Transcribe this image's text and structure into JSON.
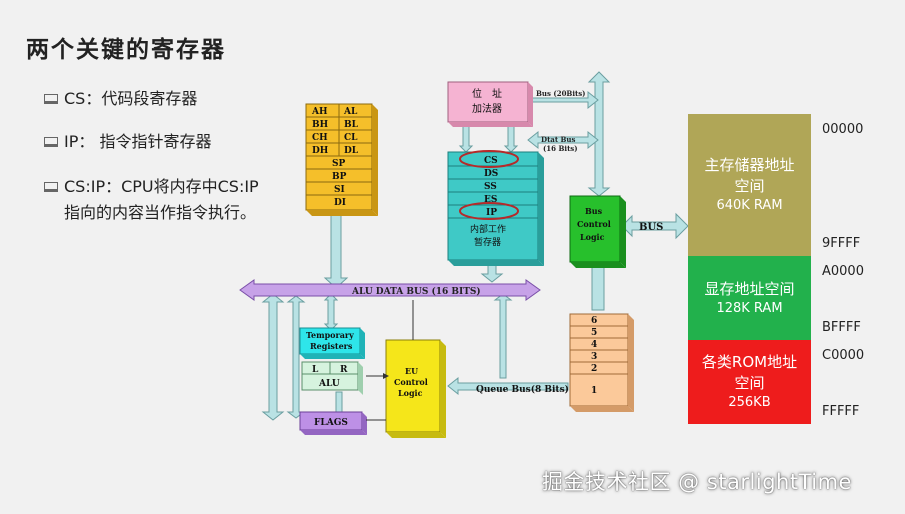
{
  "title": "两个关键的寄存器",
  "bullets": {
    "cs": "CS：代码段寄存器",
    "ip": "IP： 指令指针寄存器",
    "csip_line1": "CS:IP：CPU将内存中CS:IP",
    "csip_line2": "指向的内容当作指令执行。"
  },
  "general_registers": [
    [
      "AH",
      "AL"
    ],
    [
      "BH",
      "BL"
    ],
    [
      "CH",
      "CL"
    ],
    [
      "DH",
      "DL"
    ]
  ],
  "pointer_registers": [
    "SP",
    "BP",
    "SI",
    "DI"
  ],
  "address_adder": {
    "line1": "位　址",
    "line2": "加法器"
  },
  "segment_registers": [
    "CS",
    "DS",
    "SS",
    "ES",
    "IP"
  ],
  "internal_registers": {
    "line1": "内部工作",
    "line2": "暂存器"
  },
  "bus_20bits": "Bus (20Bits)",
  "data_bus": {
    "line1": "Dtat Bus",
    "line2": "(16 Bits)"
  },
  "bus_control": {
    "line1": "Bus",
    "line2": "Control",
    "line3": "Logic"
  },
  "bus_label": "BUS",
  "alu_data_bus": "ALU DATA BUS (16 BITS)",
  "temp_registers": {
    "line1": "Temporary",
    "line2": "Registers"
  },
  "alu": {
    "left": "L",
    "right": "R",
    "label": "ALU"
  },
  "flags": "FLAGS",
  "eu_control": {
    "line1": "EU",
    "line2": "Control",
    "line3": "Logic"
  },
  "queue_bus": "Queue  Bus(8 Bits)",
  "queue_slots": [
    "6",
    "5",
    "4",
    "3",
    "2",
    "1"
  ],
  "memory": {
    "main": {
      "line1": "主存储器地址",
      "line2": "空间",
      "line3": "640K RAM"
    },
    "video": {
      "line1": "显存地址空间",
      "line2": "128K RAM"
    },
    "rom": {
      "line1": "各类ROM地址",
      "line2": "空间",
      "line3": "256KB"
    }
  },
  "addresses": [
    "00000",
    "9FFFF",
    "A0000",
    "BFFFF",
    "C0000",
    "FFFFF"
  ],
  "watermark": "掘金技术社区 @ starlightTime"
}
